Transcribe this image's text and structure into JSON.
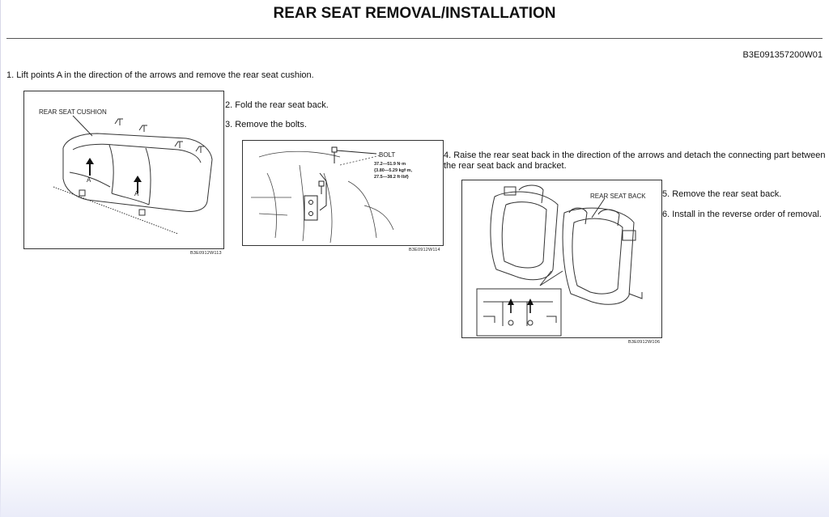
{
  "title": "REAR SEAT REMOVAL/INSTALLATION",
  "doc_id": "B3E091357200W01",
  "steps": {
    "s1": "1. Lift points A in the direction of the arrows and remove the rear seat cushion.",
    "s2": "2. Fold the rear seat back.",
    "s3": "3. Remove the bolts.",
    "s4": "4. Raise the rear seat back in the direction of the arrows and detach the connecting part between the rear seat back and bracket.",
    "s5": "5. Remove the rear seat back.",
    "s6": "6. Install in the reverse order of removal."
  },
  "figures": {
    "fig1": {
      "label": "REAR SEAT CUSHION",
      "point_label": "A",
      "code": "B3E0912W113"
    },
    "fig2": {
      "label": "BOLT",
      "spec_line1": "37.2—51.9 N·m",
      "spec_line2": "{3.80—5.29 kgf·m,",
      "spec_line3": "27.5—38.2 ft·lbf}",
      "code": "B3E0912W114"
    },
    "fig3": {
      "label": "REAR SEAT BACK",
      "code": "B3E0912W106"
    }
  }
}
